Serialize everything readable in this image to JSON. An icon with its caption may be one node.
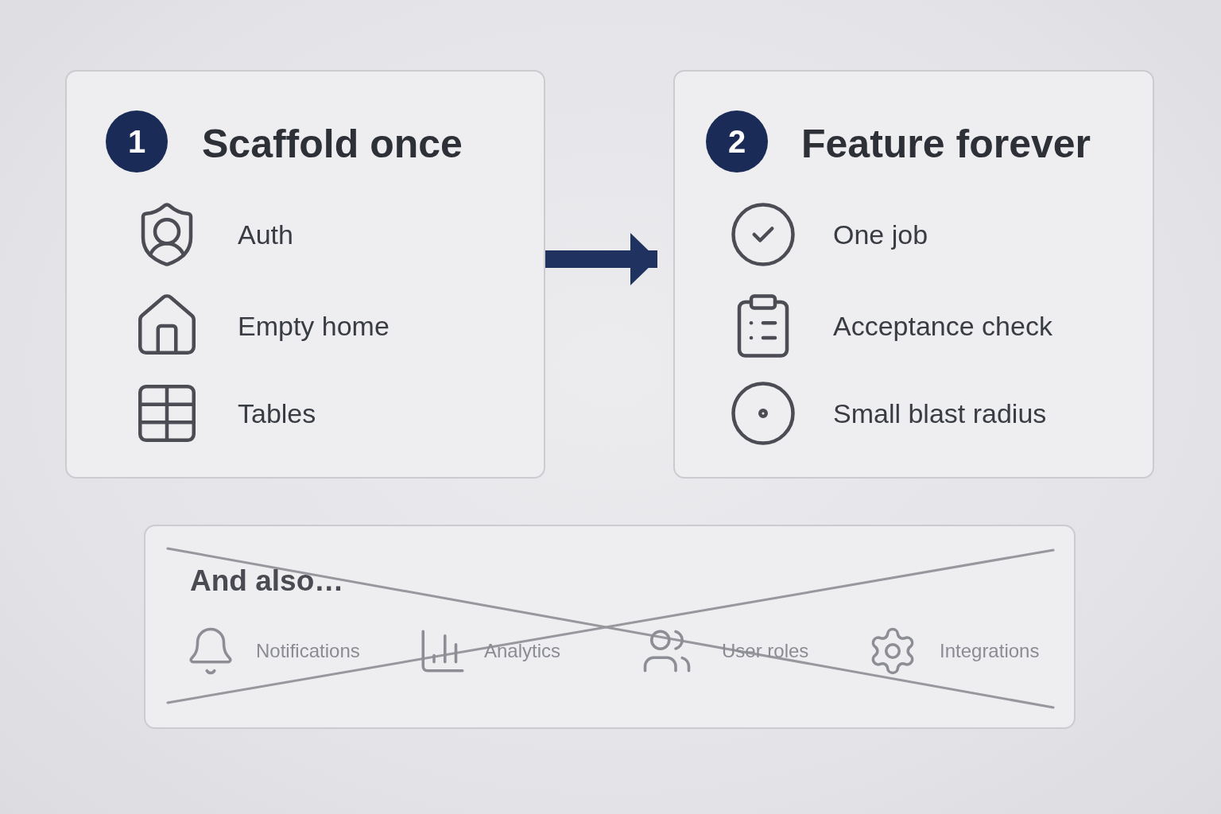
{
  "diagram": {
    "nodes": [
      {
        "text": [
          "Scaffold once",
          "Auth",
          "Empty home",
          "Tables"
        ]
      },
      {
        "text": [
          "1"
        ],
        "in": 0
      },
      {
        "text": [
          "Feature forever",
          "One job",
          "Acceptance check",
          "Small blast radius"
        ]
      },
      {
        "text": [
          "2"
        ],
        "in": 2
      },
      {
        "text": [
          "And also…",
          "Notifications",
          "Analytics",
          "User roles",
          "Integrations"
        ]
      }
    ],
    "edges": [
      {
        "from": 0,
        "to": 2,
        "arrow": "to",
        "color": "#1f3260"
      }
    ]
  }
}
